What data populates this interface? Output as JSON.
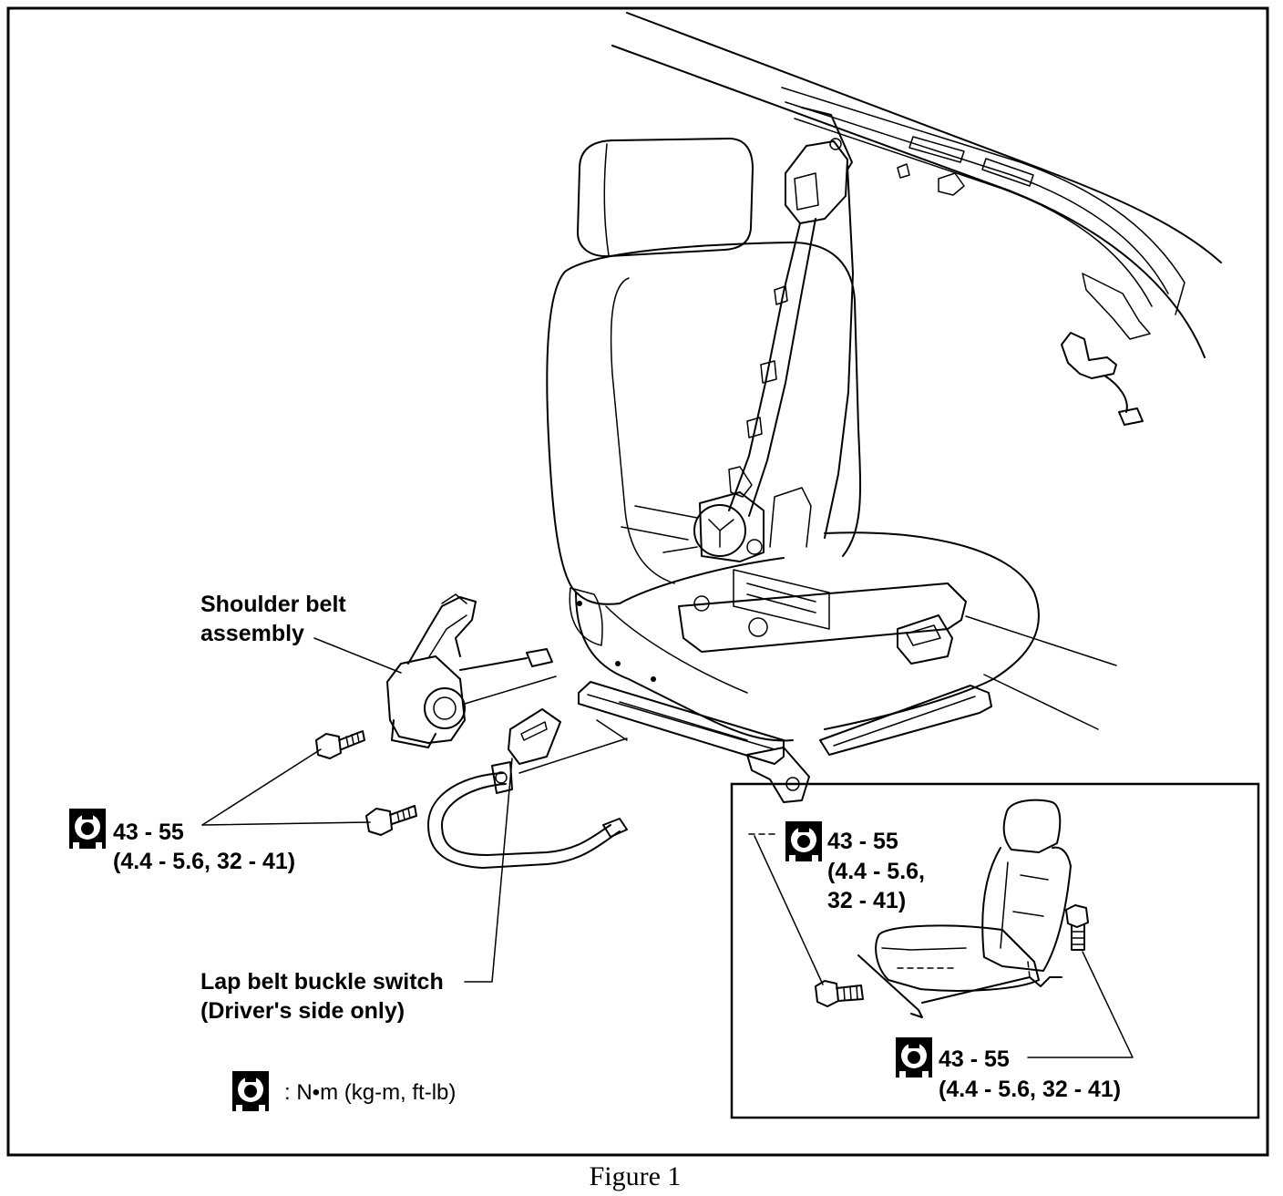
{
  "caption": "Figure 1",
  "labels": {
    "shoulder_belt_assembly": {
      "line1": "Shoulder belt",
      "line2": "assembly"
    },
    "lap_belt_buckle_switch": {
      "line1": "Lap belt buckle switch",
      "line2": "(Driver's side only)"
    }
  },
  "torque": {
    "belt_bolts": {
      "value": "43 - 55",
      "detail": "(4.4 - 5.6, 32 - 41)"
    },
    "inset_front_bolt": {
      "value": "43 - 55",
      "detail_line1": "(4.4 - 5.6,",
      "detail_line2": "32 - 41)"
    },
    "inset_rear_bolt": {
      "value": "43 - 55",
      "detail": "(4.4 - 5.6, 32 - 41)"
    }
  },
  "legend": {
    "unit_text": ": N•m (kg-m, ft-lb)",
    "icon": "torque-wrench-icon"
  },
  "colors": {
    "line": "#000000",
    "background": "#ffffff"
  }
}
